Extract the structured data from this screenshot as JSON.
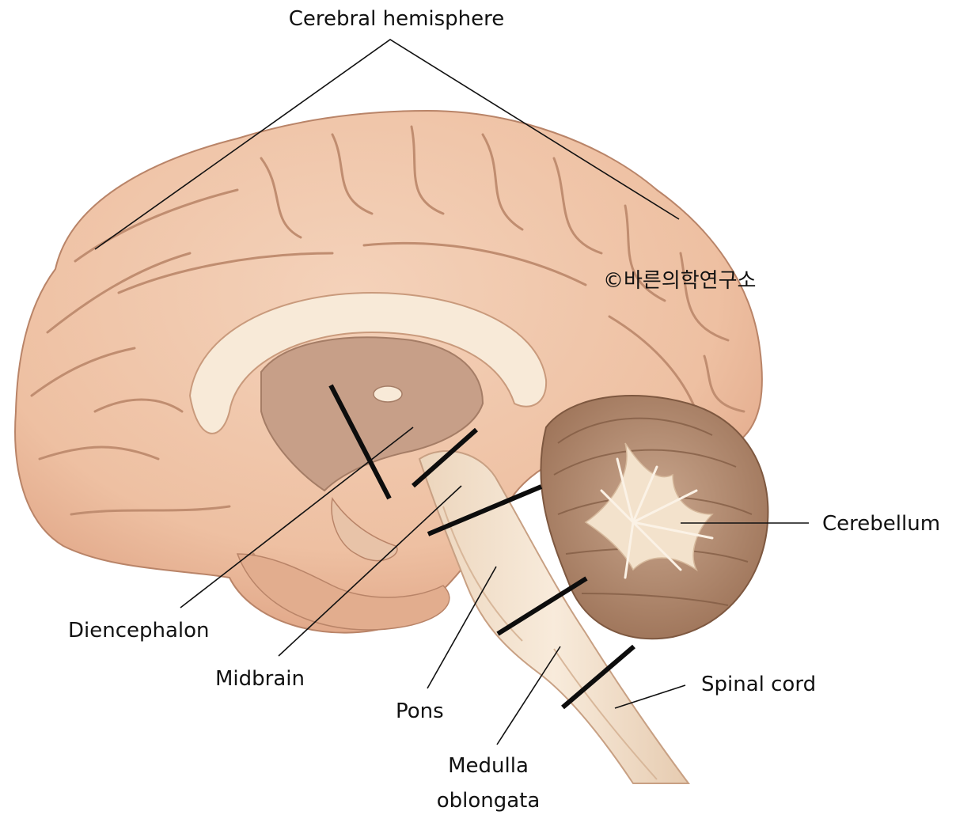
{
  "labels": {
    "cerebral_hemisphere": "Cerebral hemisphere",
    "cerebellum": "Cerebellum",
    "diencephalon": "Diencephalon",
    "midbrain": "Midbrain",
    "pons": "Pons",
    "medulla_line1": "Medulla",
    "medulla_line2": "oblongata",
    "spinal_cord": "Spinal cord"
  },
  "watermark": "©바른의학연구소",
  "colors": {
    "cortex": "#eec3a6",
    "cortex_dark": "#d9a181",
    "sulcus": "#b98468",
    "white_matter": "#f7e7d3",
    "diencephalon": "#c9a08a",
    "brainstem": "#f6e6d2",
    "cerebellum": "#a87e63",
    "arbor_vitae": "#fbf2e6"
  }
}
